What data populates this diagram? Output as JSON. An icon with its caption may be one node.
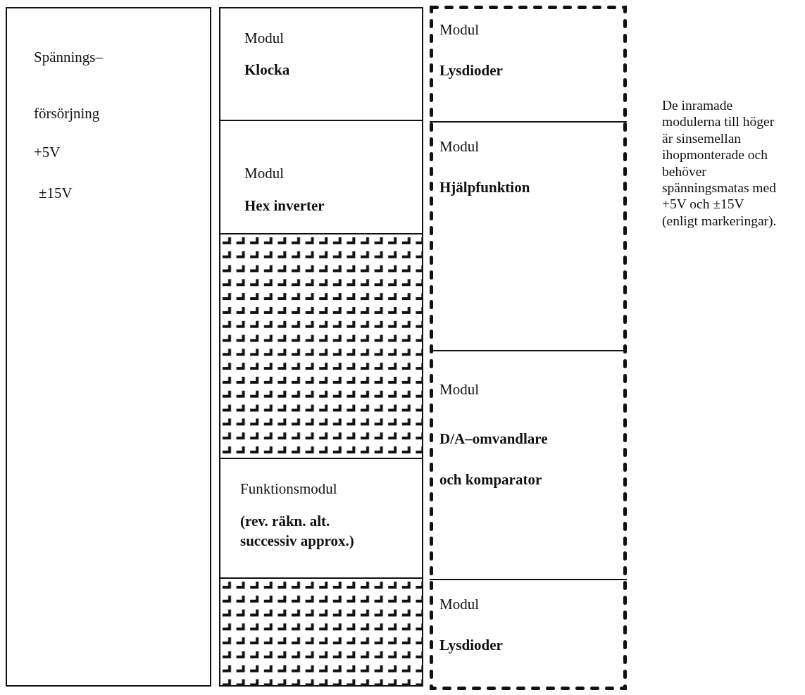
{
  "diagram": {
    "nodes": [
      {
        "text": [
          "Spännings–",
          "försörjning",
          "+5V",
          "±15V"
        ]
      },
      {
        "text": [],
        "shape": "box"
      },
      {
        "text": [
          "Modul",
          "Klocka"
        ],
        "in": 1
      },
      {
        "text": [
          "Modul",
          "Hex inverter"
        ],
        "in": 1
      },
      {
        "text": [],
        "shape": "box",
        "in": 1
      },
      {
        "text": [
          "Funktionsmodul",
          "(rev. räkn. alt. successiv approx.)"
        ],
        "in": 1
      },
      {
        "text": [],
        "shape": "box",
        "in": 1
      },
      {
        "text": [],
        "shape": "box"
      },
      {
        "text": [
          "Modul",
          "Lysdioder"
        ],
        "in": 7
      },
      {
        "text": [
          "Modul",
          "Hjälpfunktion"
        ],
        "in": 7
      },
      {
        "text": [
          "Modul",
          "D/A–omvandlare och komparator"
        ],
        "in": 7
      },
      {
        "text": [
          "Modul",
          "Lysdioder"
        ],
        "in": 7
      }
    ],
    "labels": [
      "De inramade modulerna till höger är sinsemellan ihopmonterade och behöver spänningsmatas med +5V och ±15V (enligt markeringar)."
    ]
  }
}
